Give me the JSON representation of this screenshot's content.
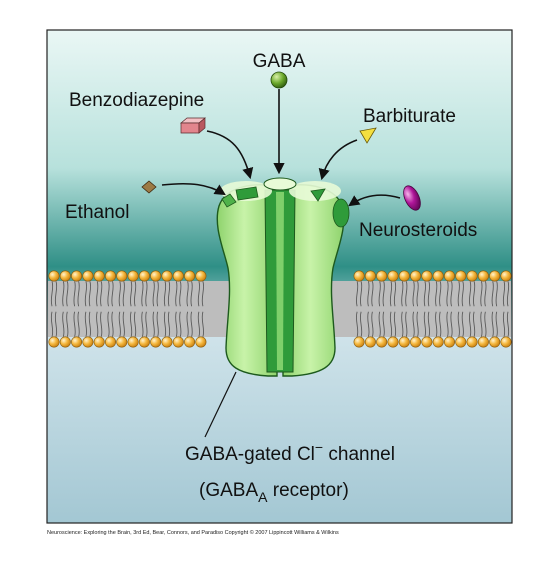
{
  "labels": {
    "gaba": "GABA",
    "benzodiazepine": "Benzodiazepine",
    "barbiturate": "Barbiturate",
    "ethanol": "Ethanol",
    "neurosteroids": "Neurosteroids",
    "channel_prefix": "GABA-gated Cl",
    "channel_sup": "−",
    "channel_suffix": " channel",
    "receptor_prefix": "(GABA",
    "receptor_sub": "A",
    "receptor_suffix": " receptor)"
  },
  "credit": "Neuroscience: Exploring the Brain, 3rd Ed, Bear, Connors, and Paradiso Copyright © 2007 Lippincott Williams & Wilkins",
  "colors": {
    "background_top": "#2f8f86",
    "background_mid": "#c6e8e4",
    "background_bottom": "#a9ccd6",
    "lipid_head": "#f2ad31",
    "membrane_core": "#b9b9b9",
    "receptor": "#aee58d",
    "receptor_dark": "#2f9b3a",
    "benzodiazepine": "#e48c92",
    "barbiturate": "#f2dc3a",
    "ethanol": "#9c7a45",
    "neurosteroids": "#a8108f",
    "gaba": "#5e9c24"
  }
}
